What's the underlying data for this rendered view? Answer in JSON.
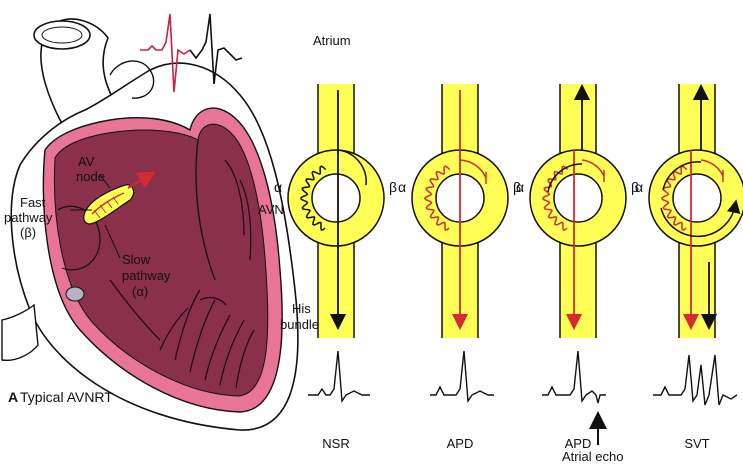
{
  "panel": {
    "letter": "A",
    "title": "Typical AVNRT"
  },
  "heart_labels": {
    "av_node_line1": "AV",
    "av_node_line2": "node",
    "fast_line1": "Fast",
    "fast_line2": "pathway",
    "fast_line3": "(β)",
    "slow_line1": "Slow",
    "slow_line2": "pathway",
    "slow_line3": "(α)"
  },
  "side_labels": {
    "atrium": "Atrium",
    "avn": "AVN",
    "his_line1": "His",
    "his_line2": "bundle"
  },
  "pathway_symbols": {
    "alpha": "α",
    "beta": "β"
  },
  "panels": [
    {
      "caption": "NSR"
    },
    {
      "caption": "APD"
    },
    {
      "caption": "APD"
    },
    {
      "caption": "SVT"
    }
  ],
  "annotation": {
    "atrial_echo": "Atrial echo"
  },
  "colors": {
    "yellow": "#ffff55",
    "myocardium": "#8a2f4c",
    "pink": "#e87596",
    "red_path": "#d42a33",
    "ecg_red": "#c8204a",
    "outline": "#111111"
  }
}
